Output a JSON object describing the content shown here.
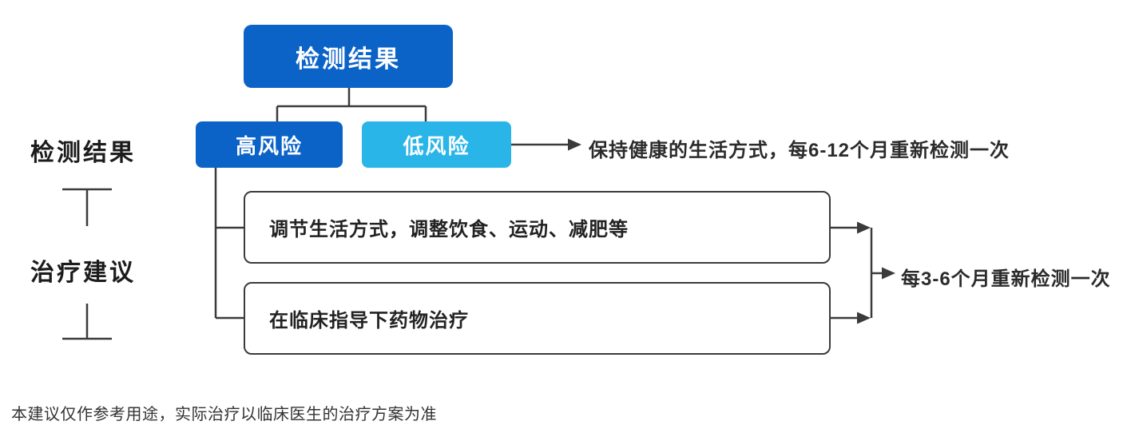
{
  "colors": {
    "primary_blue": "#0B63C8",
    "light_blue": "#29B5E8",
    "line_dark": "#3B3B3B",
    "text_dark": "#222222"
  },
  "root_box": {
    "label": "检测结果"
  },
  "branches": {
    "high_risk": {
      "label": "高风险"
    },
    "low_risk": {
      "label": "低风险"
    }
  },
  "row_labels": {
    "results": "检测结果",
    "treatment": "治疗建议"
  },
  "notes": {
    "low_risk_followup": "保持健康的生活方式，每6-12个月重新检测一次",
    "high_risk_followup": "每3-6个月重新检测一次"
  },
  "treatments": [
    {
      "label": "调节生活方式，调整饮食、运动、减肥等"
    },
    {
      "label": "在临床指导下药物治疗"
    }
  ],
  "disclaimer": "本建议仅作参考用途，实际治疗以临床医生的治疗方案为准"
}
